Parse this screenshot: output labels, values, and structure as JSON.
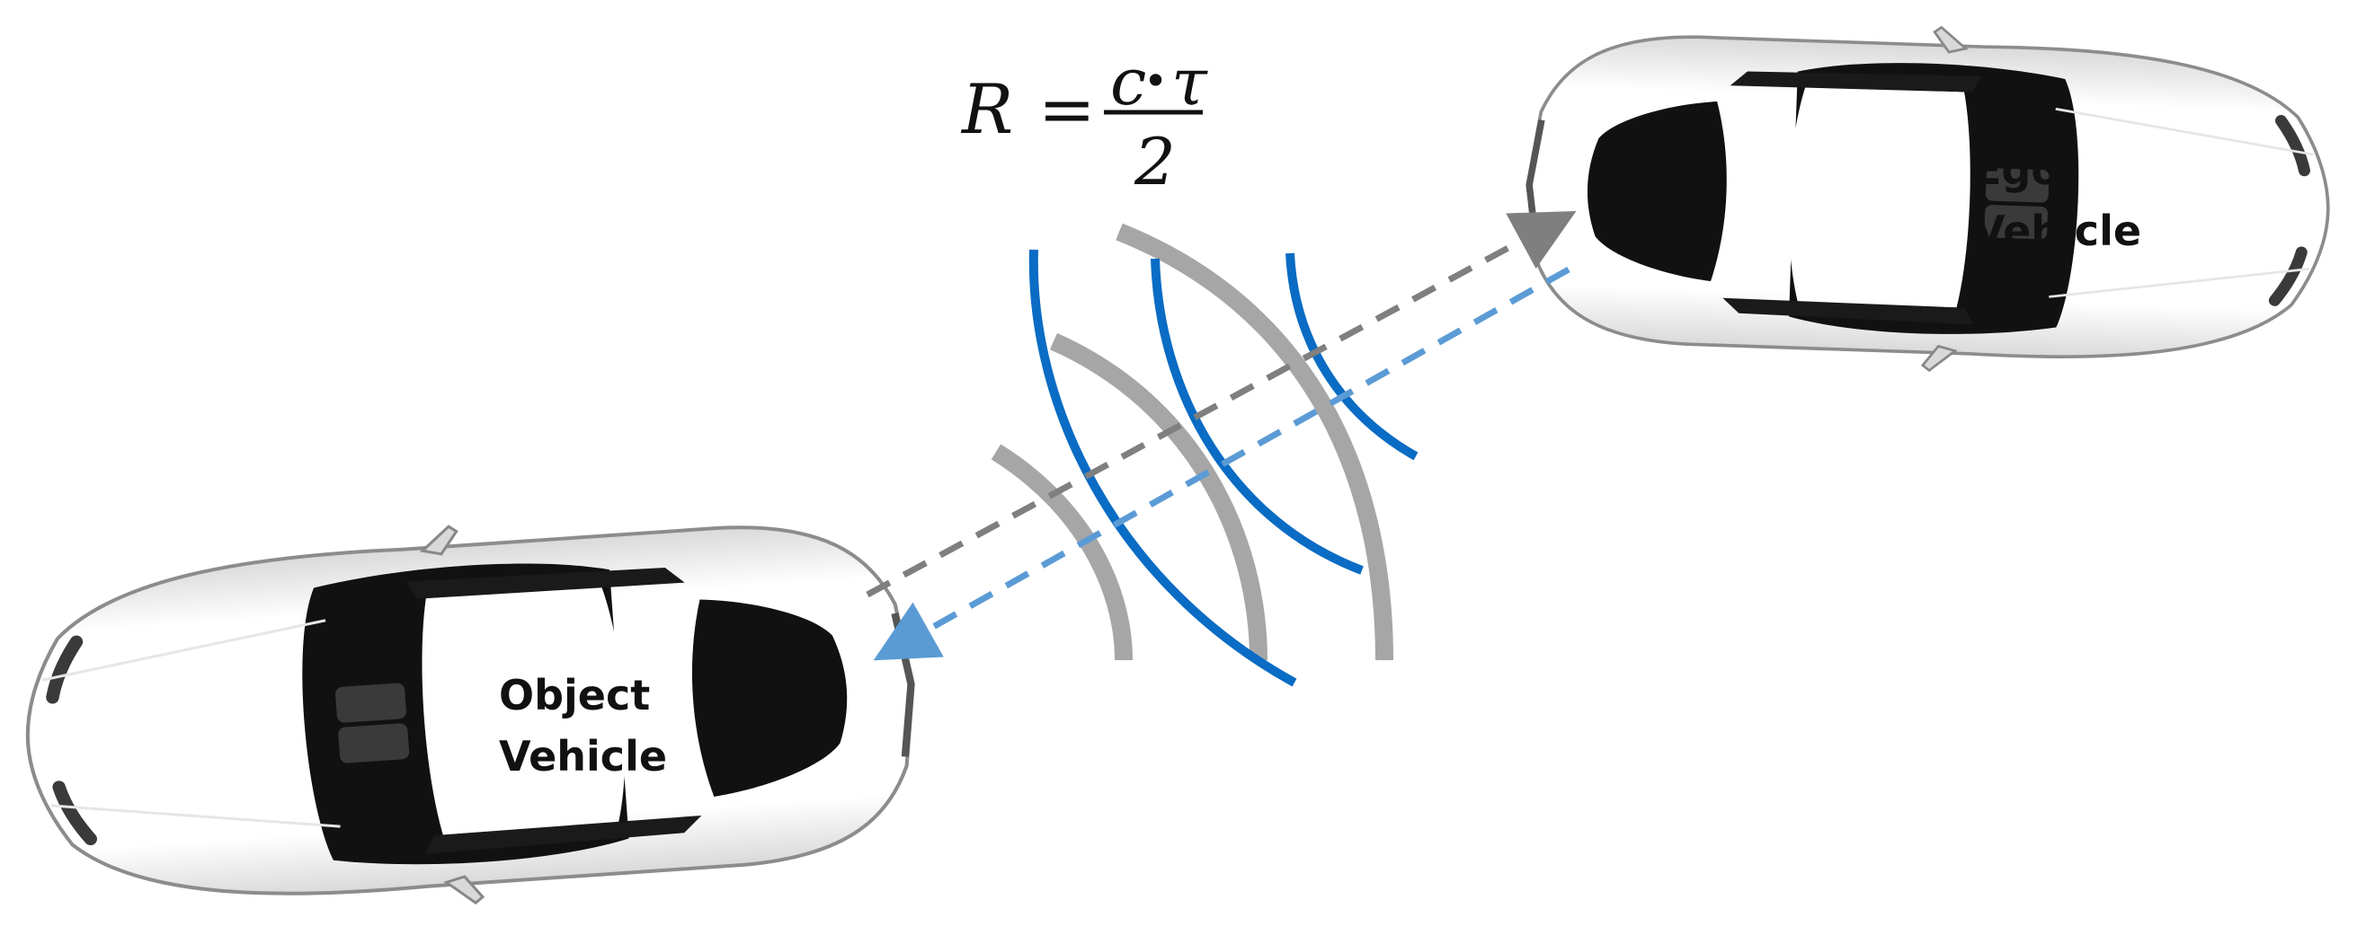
{
  "formula": {
    "lhs": "R",
    "equals": "=",
    "numerator_c": "c",
    "numerator_dot": "•",
    "numerator_tau": "τ",
    "denominator": "2"
  },
  "object_vehicle": {
    "label_line1": "Object",
    "label_line2": "Vehicle"
  },
  "ego_vehicle": {
    "label_line1": "Ego",
    "label_line2": "Vehicle"
  },
  "colors": {
    "transmitted_wave": "#0a6cc4",
    "reflected_wave": "#a6a6a6",
    "transmit_arrow": "#7f7f7f",
    "return_arrow": "#5b9bd5",
    "car_body": "#ffffff",
    "car_glass": "#111111"
  }
}
